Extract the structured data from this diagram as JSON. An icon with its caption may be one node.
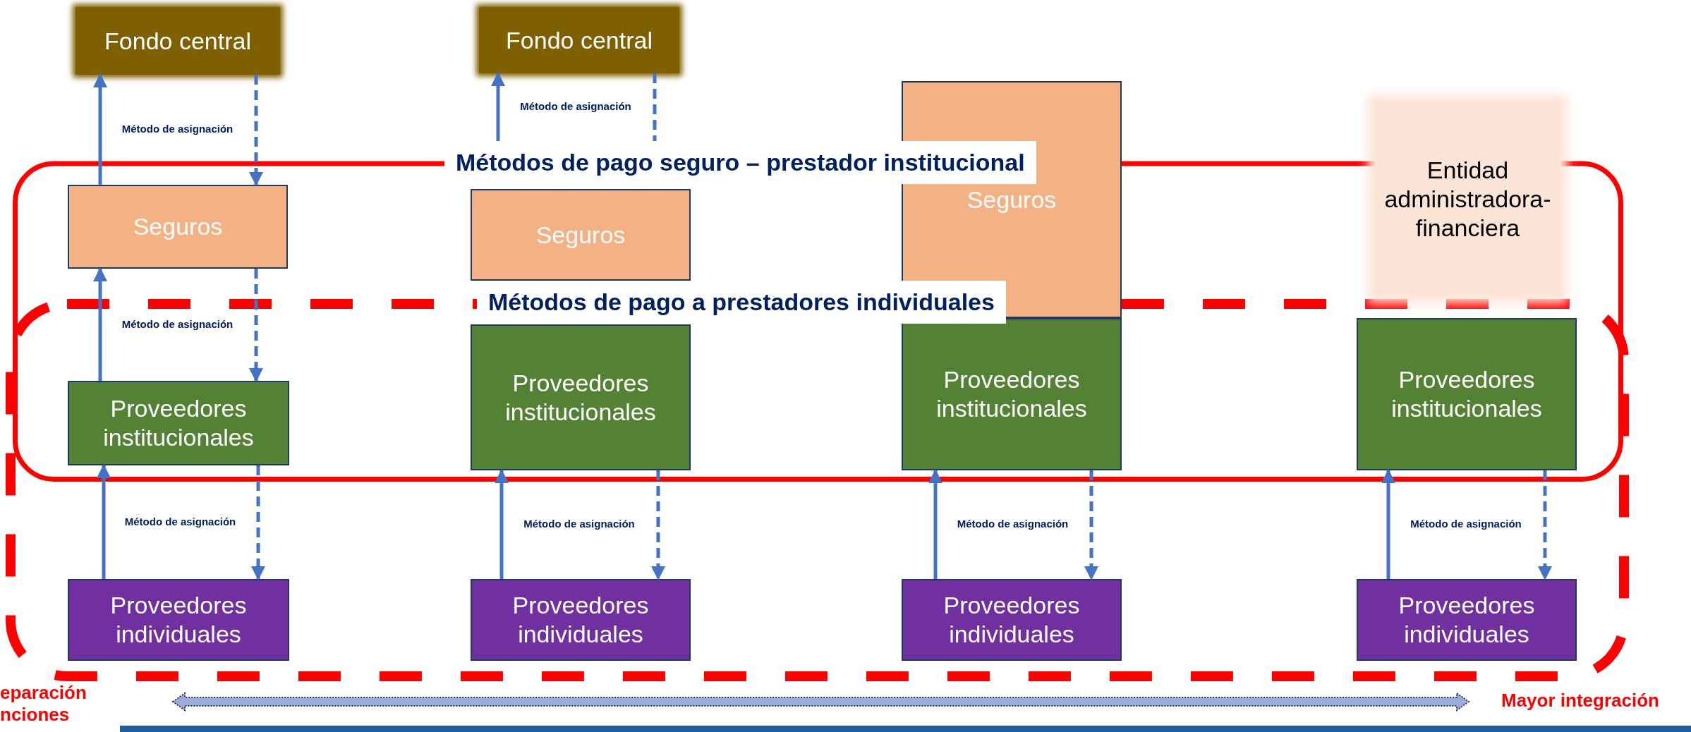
{
  "diagram": {
    "nodes": [
      {
        "text": [
          "Fondo central"
        ]
      },
      {
        "text": [
          "Fondo central"
        ]
      },
      {
        "text": [
          "Seguros"
        ]
      },
      {
        "text": [
          "Seguros"
        ]
      },
      {
        "text": [
          "Seguros"
        ]
      },
      {
        "text": [
          "Entidad administradora-financiera"
        ]
      },
      {
        "text": [
          "Proveedores institucionales"
        ]
      },
      {
        "text": [
          "Proveedores institucionales"
        ]
      },
      {
        "text": [
          "Proveedores institucionales"
        ]
      },
      {
        "text": [
          "Proveedores institucionales"
        ]
      },
      {
        "text": [
          "Proveedores individuales"
        ]
      },
      {
        "text": [
          "Proveedores individuales"
        ]
      },
      {
        "text": [
          "Proveedores individuales"
        ]
      },
      {
        "text": [
          "Proveedores individuales"
        ]
      },
      {
        "text": [
          "Métodos de pago seguro – prestador institucional"
        ]
      },
      {
        "text": [
          "Métodos de pago a prestadores individuales"
        ]
      }
    ],
    "edges": [
      {
        "from": 2,
        "to": 0,
        "arrow": "to",
        "label": "Método de asignación"
      },
      {
        "from": 0,
        "to": 2,
        "arrow": "to",
        "style": "dashed"
      },
      {
        "from": 6,
        "to": 2,
        "arrow": "to",
        "label": "Método de asignación"
      },
      {
        "from": 2,
        "to": 6,
        "arrow": "to",
        "style": "dashed"
      },
      {
        "from": 10,
        "to": 6,
        "arrow": "to",
        "label": "Método de asignación"
      },
      {
        "from": 6,
        "to": 10,
        "arrow": "to",
        "style": "dashed"
      },
      {
        "from": 14,
        "to": 1,
        "arrow": "to",
        "label": "Método de asignación"
      },
      {
        "from": 1,
        "to": 14,
        "arrow": "none",
        "style": "dashed"
      },
      {
        "from": 11,
        "to": 7,
        "arrow": "to",
        "label": "Método de asignación"
      },
      {
        "from": 7,
        "to": 11,
        "arrow": "to",
        "style": "dashed"
      },
      {
        "from": 12,
        "to": 8,
        "arrow": "to",
        "label": "Método de asignación"
      },
      {
        "from": 8,
        "to": 12,
        "arrow": "to",
        "style": "dashed"
      },
      {
        "from": 13,
        "to": 9,
        "arrow": "to",
        "label": "Método de asignación"
      },
      {
        "from": 9,
        "to": 13,
        "arrow": "to",
        "style": "dashed"
      }
    ],
    "labels": [
      "eparación nciones",
      "Mayor integración"
    ]
  }
}
